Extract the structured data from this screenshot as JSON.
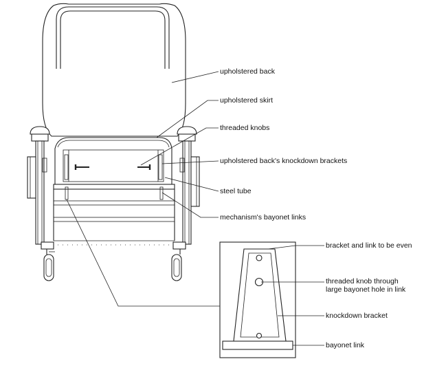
{
  "labels": {
    "upholstered_back": "upholstered back",
    "upholstered_skirt": "upholstered skirt",
    "threaded_knobs": "threaded knobs",
    "knockdown_brackets": "upholstered back's knockdown brackets",
    "steel_tube": "steel tube",
    "bayonet_links": "mechanism's bayonet links",
    "bracket_link_even": "bracket and link to be even",
    "threaded_knob_line1": "threaded knob through",
    "threaded_knob_line2": "large bayonet hole in link",
    "knockdown_bracket": "knockdown bracket",
    "bayonet_link": "bayonet link"
  }
}
